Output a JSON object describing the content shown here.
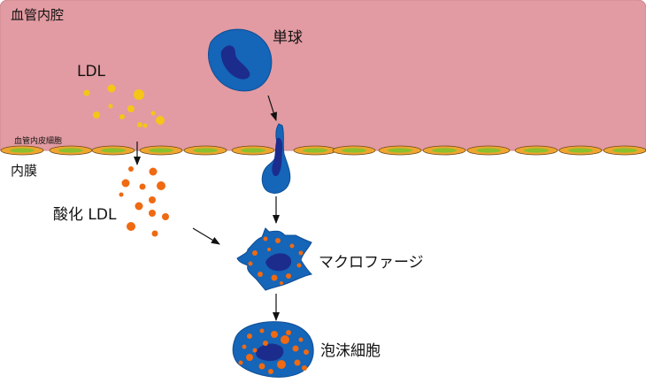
{
  "labels": {
    "lumen": "血管内腔",
    "ldl": "LDL",
    "endothelium": "血管内皮細胞",
    "intima": "内膜",
    "oxidized_ldl": "酸化 LDL",
    "monocyte": "単球",
    "macrophage": "マクロファージ",
    "foam_cell": "泡沫細胞"
  },
  "colors": {
    "lumen": "#e29ba2",
    "lumen_border": "#cc8a91",
    "endothelial_outer": "#f0a52f",
    "endothelial_inner": "#8cbf2e",
    "cell_body": "#1565b8",
    "cell_outline": "#0f4e95",
    "nucleus": "#1c2c8c",
    "ldl_particle": "#f5c518",
    "oxidized_particle": "#ef6a12",
    "arrow": "#111111"
  }
}
